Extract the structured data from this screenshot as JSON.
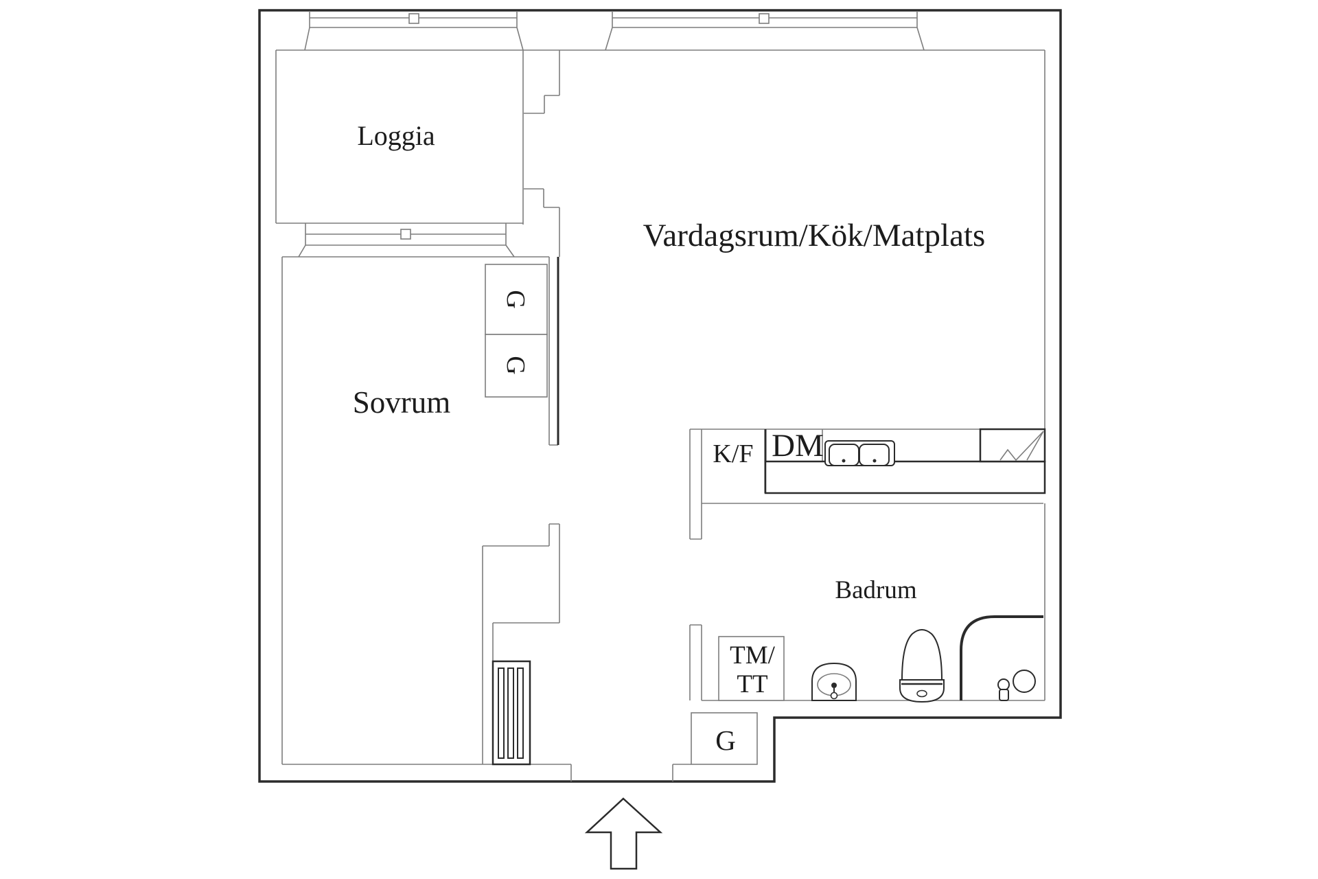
{
  "plan": {
    "title": "apartment-floor-plan",
    "rooms": {
      "loggia": "Loggia",
      "bedroom": "Sovrum",
      "living_kitchen_dining": "Vardagsrum/Kök/Matplats",
      "bathroom": "Badrum"
    },
    "fixtures": {
      "fridge_freezer": "K/F",
      "dishwasher": "DM",
      "washer_line1": "TM/",
      "washer_line2": "TT",
      "bedroom_wardrobe_1": "G",
      "bedroom_wardrobe_2": "G",
      "hall_wardrobe": "G"
    },
    "colors": {
      "wall": "#2b2b2b",
      "interior_line": "#7d7d7d",
      "text": "#1c1c1c",
      "background": "#ffffff"
    }
  }
}
